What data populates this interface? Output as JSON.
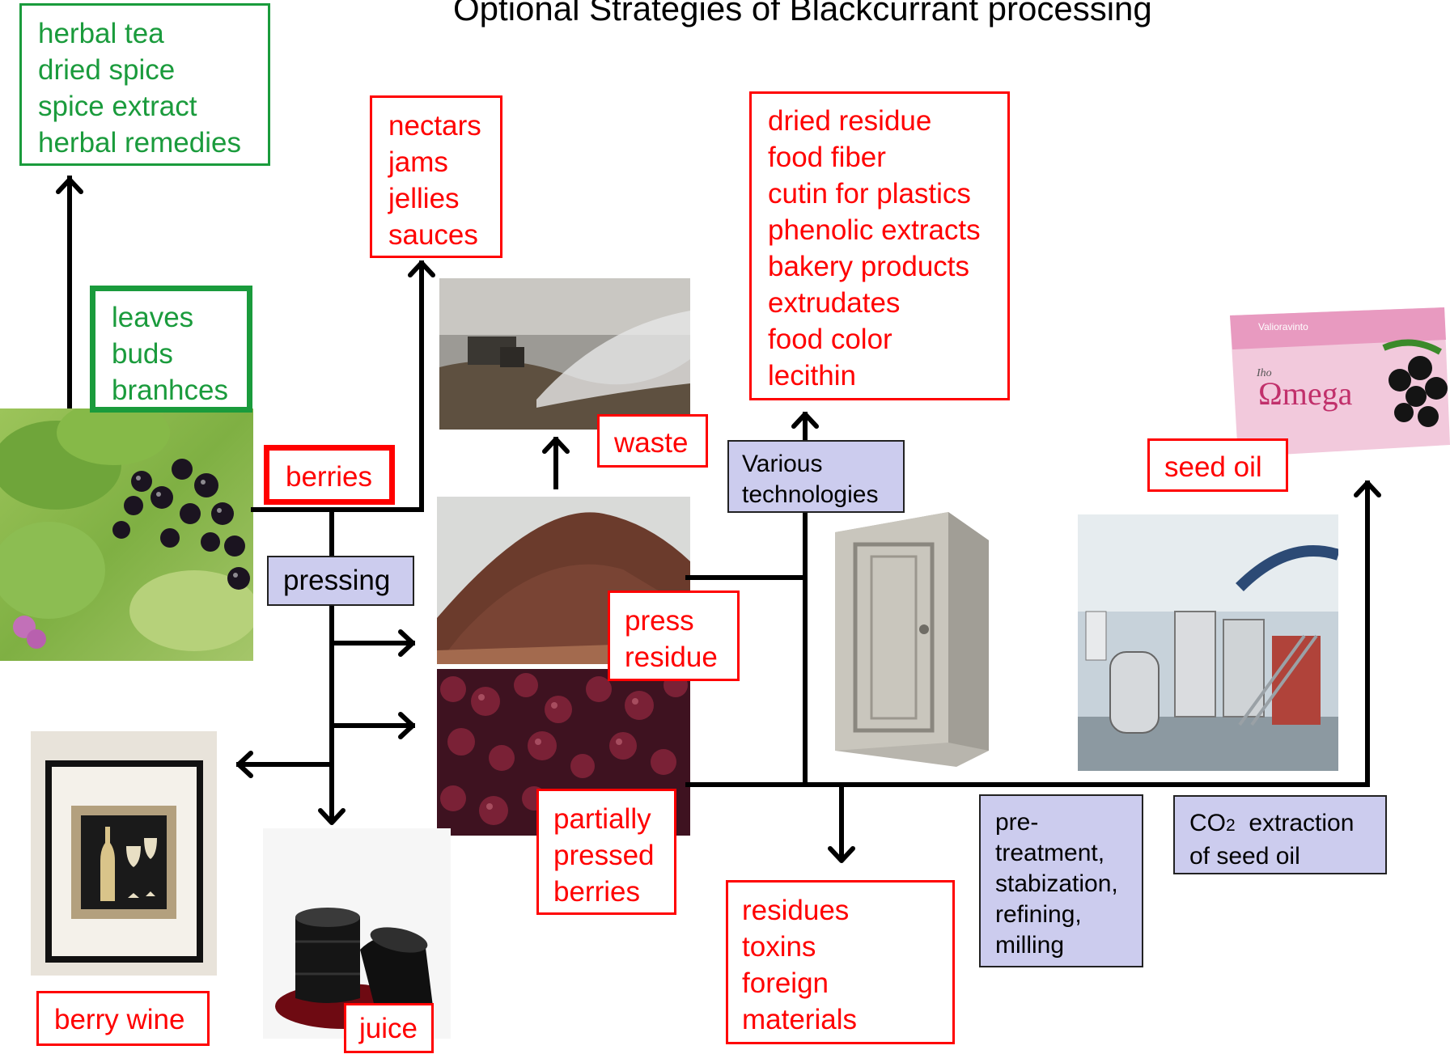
{
  "title": "Optional Strategies of Blackcurrant processing",
  "herbal_products": [
    "herbal tea",
    "dried spice",
    "spice extract",
    "herbal remedies"
  ],
  "plant_parts": [
    "leaves",
    "buds",
    "branhces"
  ],
  "berry_products": [
    "nectars",
    "jams",
    "jellies",
    "sauces"
  ],
  "residue_products": [
    "dried residue",
    "food fiber",
    "cutin for plastics",
    "phenolic extracts",
    "bakery products",
    "extrudates",
    "food color",
    "lecithin"
  ],
  "labels": {
    "berries": "berries",
    "pressing": "pressing",
    "waste": "waste",
    "press_residue_1": "press",
    "press_residue_2": "residue",
    "various_1": "Various",
    "various_2": "technologies",
    "seed_oil": "seed oil",
    "partially": [
      "partially",
      "pressed",
      "berries"
    ],
    "removed": [
      "residues",
      "toxins",
      "foreign",
      "materials"
    ],
    "pretreatment": [
      "pre-",
      "treatment,",
      "stabization,",
      "refining,",
      "milling"
    ],
    "co2_1": "CO",
    "co2_sub": "2",
    "co2_2": "  extraction",
    "co2_3": "of seed oil",
    "berry_wine": "berry wine",
    "juice": "juice",
    "box_brand": "Valioravinto",
    "box_iho": "Iho",
    "box_omega": "Ωmega"
  },
  "colors": {
    "red": "#ff0000",
    "green": "#1a9b3c",
    "process": "#ccccee"
  },
  "images": [
    "blackcurrant-bush-photo",
    "landfill-waste-photo",
    "press-residue-pile-photo",
    "pressed-berries-photo",
    "framed-wine-picture",
    "oil-barrels-photo",
    "industrial-dryer-photo",
    "co2-extraction-plant-photo",
    "omega-supplement-box-photo"
  ]
}
